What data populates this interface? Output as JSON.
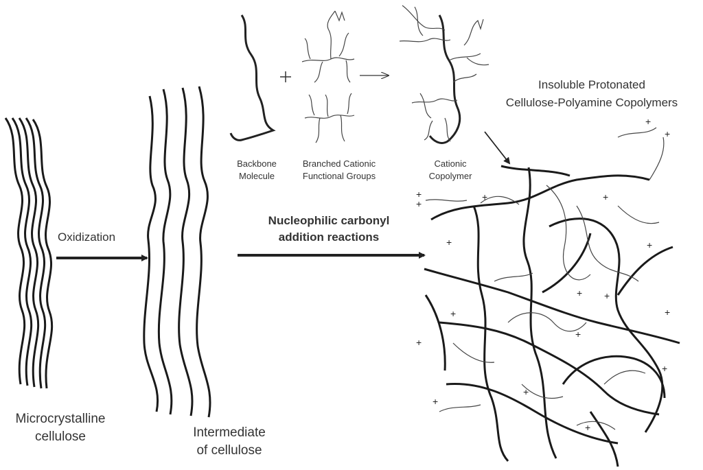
{
  "labels": {
    "oxidization": "Oxidization",
    "reaction_line1": "Nucleophilic carbonyl",
    "reaction_line2": "addition reactions",
    "mcc_line1": "Microcrystalline",
    "mcc_line2": "cellulose",
    "intermediate_line1": "Intermediate",
    "intermediate_line2": "of cellulose",
    "backbone_line1": "Backbone",
    "backbone_line2": "Molecule",
    "branched_line1": "Branched Cationic",
    "branched_line2": "Functional Groups",
    "copolymer_line1": "Cationic",
    "copolymer_line2": "Copolymer",
    "insoluble_line1": "Insoluble Protonated",
    "insoluble_line2": "Cellulose-Polyamine Copolymers",
    "plus": "+"
  },
  "charge_symbol": "+"
}
